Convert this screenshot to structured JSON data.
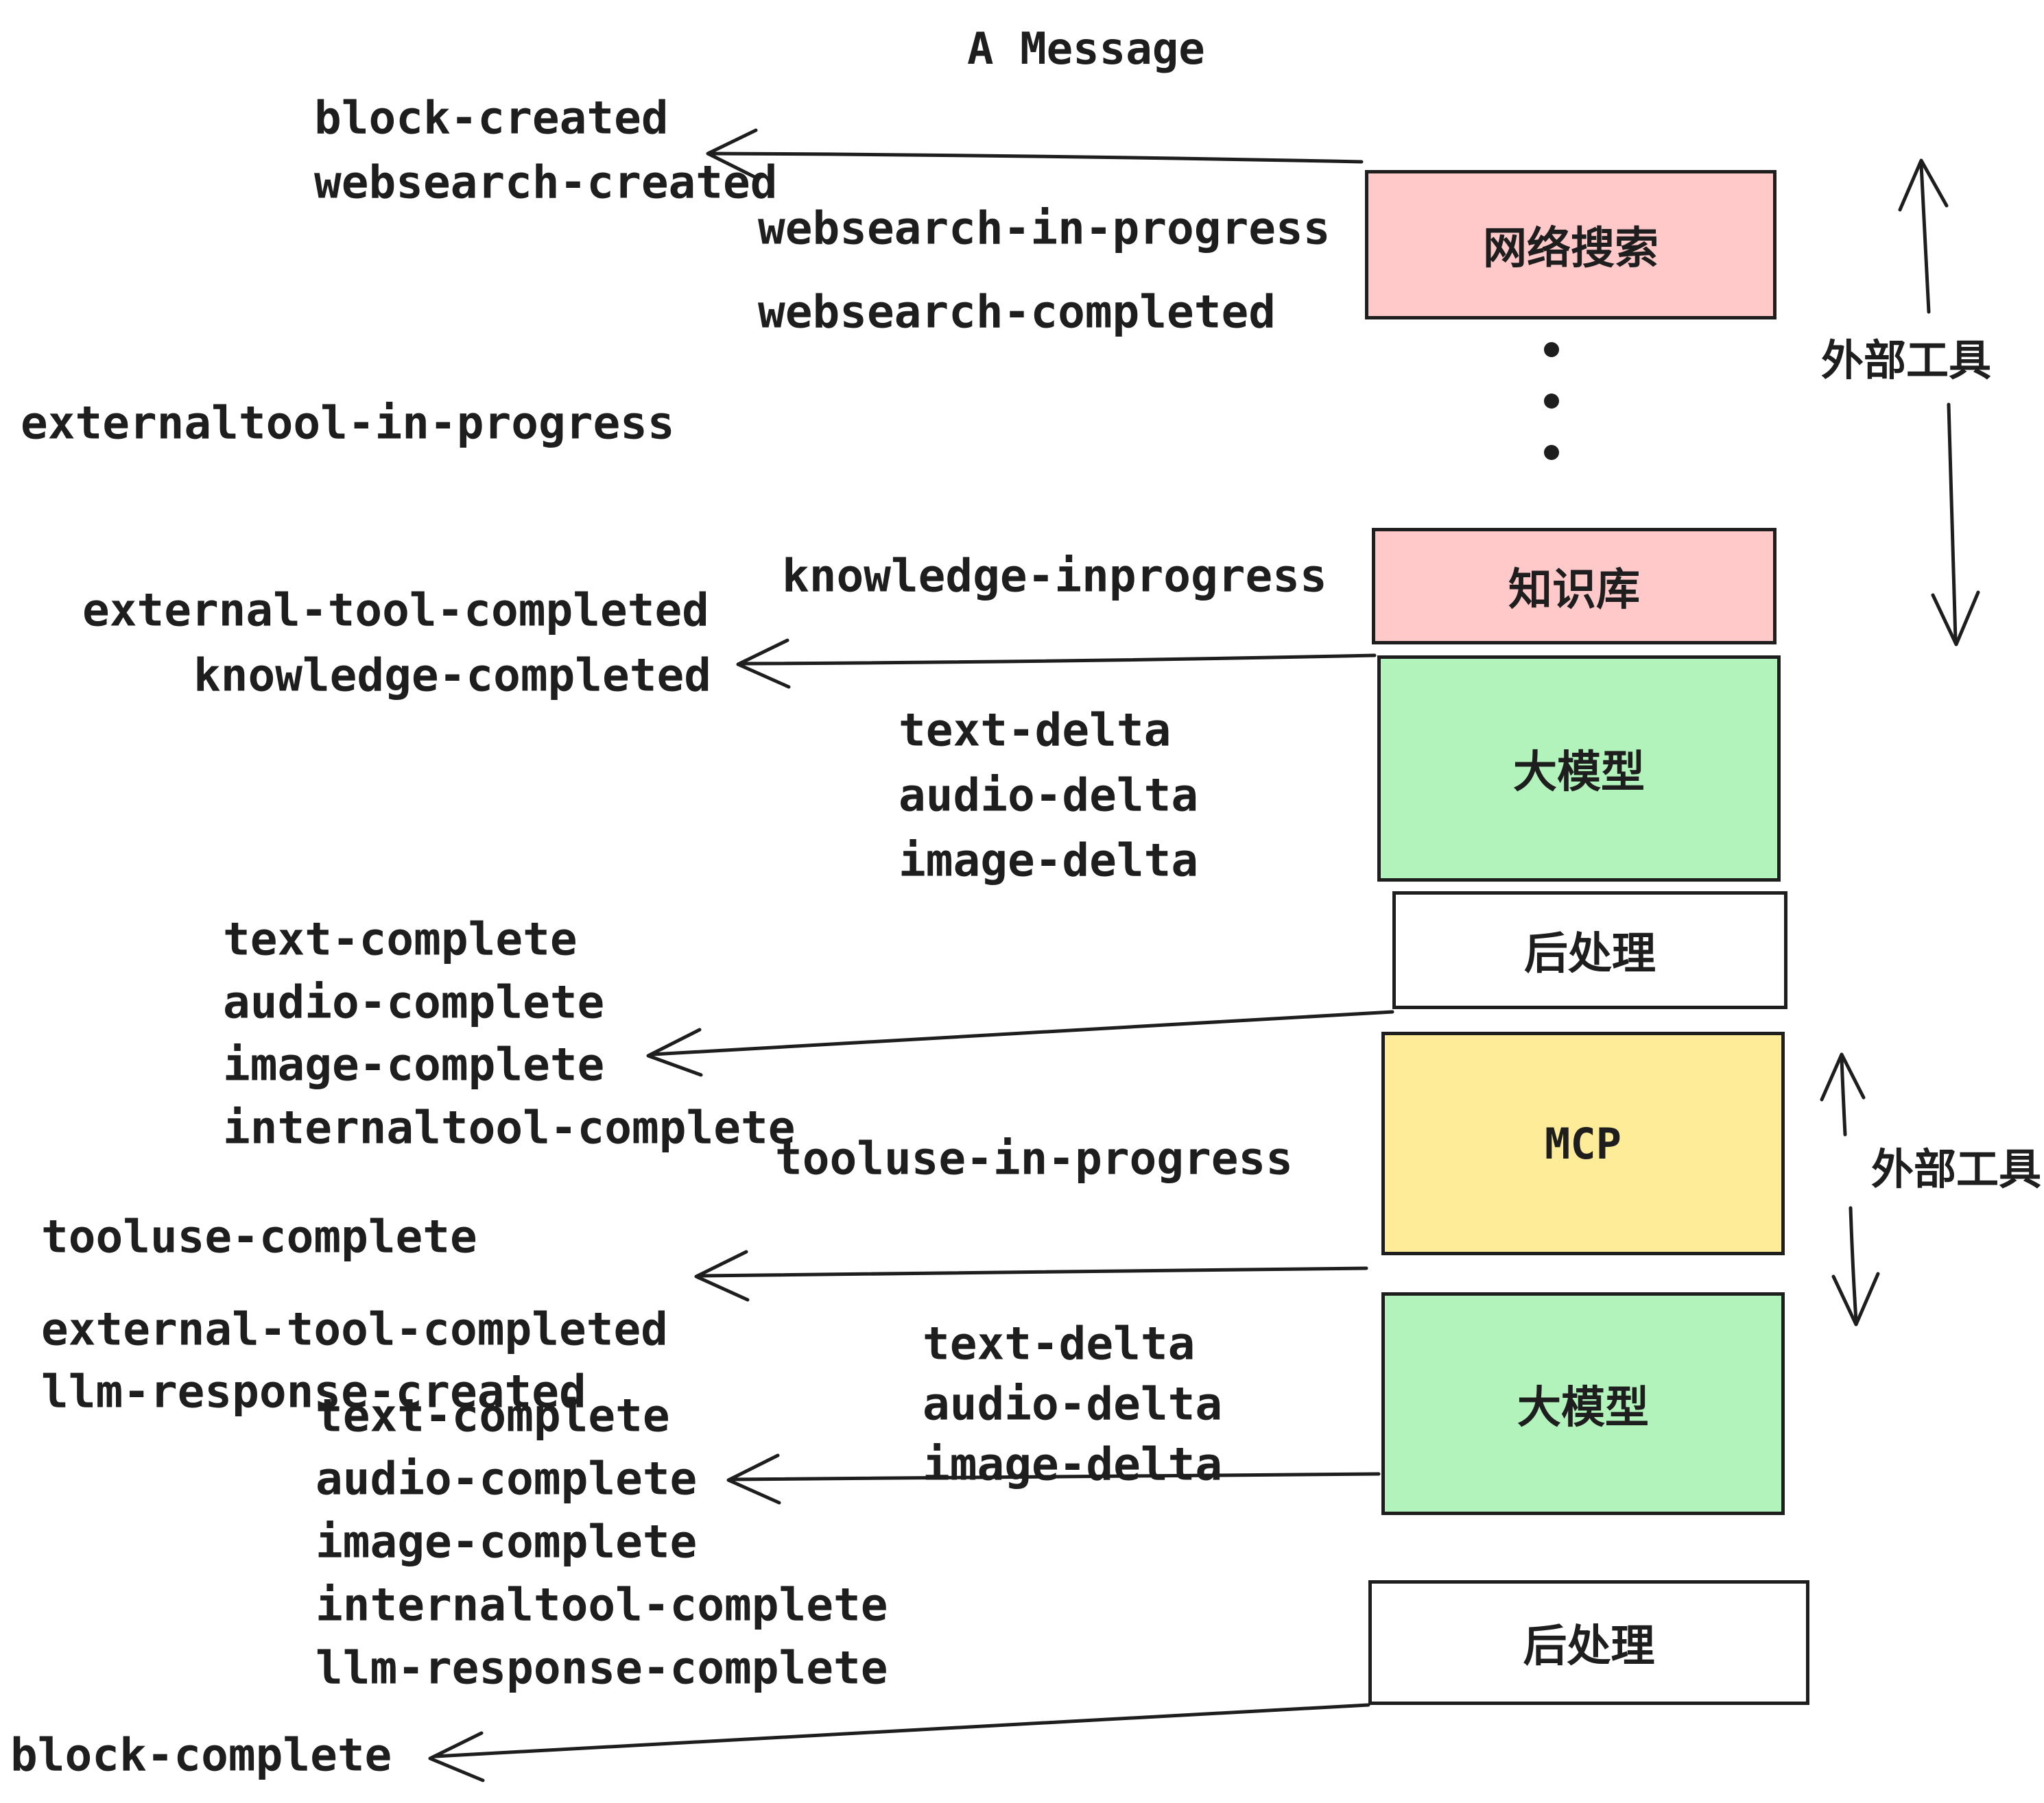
{
  "title": "A Message",
  "colors": {
    "ink": "#1e1e1e",
    "pink": "#ffc9c9",
    "green": "#b2f2bb",
    "yellow": "#ffec99",
    "white": "#ffffff"
  },
  "events": {
    "block_created": "block-created",
    "websearch_created": "websearch-created",
    "websearch_in_progress": "websearch-in-progress",
    "websearch_completed": "websearch-completed",
    "externaltool_in_progress": "externaltool-in-progress",
    "knowledge_inprogress": "knowledge-inprogress",
    "external_tool_completed_1": "external-tool-completed",
    "knowledge_completed": "knowledge-completed",
    "text_delta_1": "text-delta",
    "audio_delta_1": "audio-delta",
    "image_delta_1": "image-delta",
    "text_complete_1": "text-complete",
    "audio_complete_1": "audio-complete",
    "image_complete_1": "image-complete",
    "internaltool_complete_1": "internaltool-complete",
    "tooluse_in_progress": "tooluse-in-progress",
    "tooluse_complete": "tooluse-complete",
    "external_tool_completed_2": "external-tool-completed",
    "llm_response_created": "llm-response-created",
    "text_delta_2": "text-delta",
    "audio_delta_2": "audio-delta",
    "image_delta_2": "image-delta",
    "text_complete_2": "text-complete",
    "audio_complete_2": "audio-complete",
    "image_complete_2": "image-complete",
    "internaltool_complete_2": "internaltool-complete",
    "llm_response_complete": "llm-response-complete",
    "block_complete": "block-complete"
  },
  "boxes": {
    "websearch": {
      "label": "网络搜索",
      "fill": "#ffc9c9"
    },
    "knowledge": {
      "label": "知识库",
      "fill": "#ffc9c9"
    },
    "llm_1": {
      "label": "大模型",
      "fill": "#b2f2bb"
    },
    "post_1": {
      "label": "后处理",
      "fill": "#ffffff"
    },
    "mcp": {
      "label": "MCP",
      "fill": "#ffec99"
    },
    "llm_2": {
      "label": "大模型",
      "fill": "#b2f2bb"
    },
    "post_2": {
      "label": "后处理",
      "fill": "#ffffff"
    }
  },
  "side_labels": {
    "external_tools_top": "外部工具",
    "external_tools_bottom": "外部工具"
  }
}
